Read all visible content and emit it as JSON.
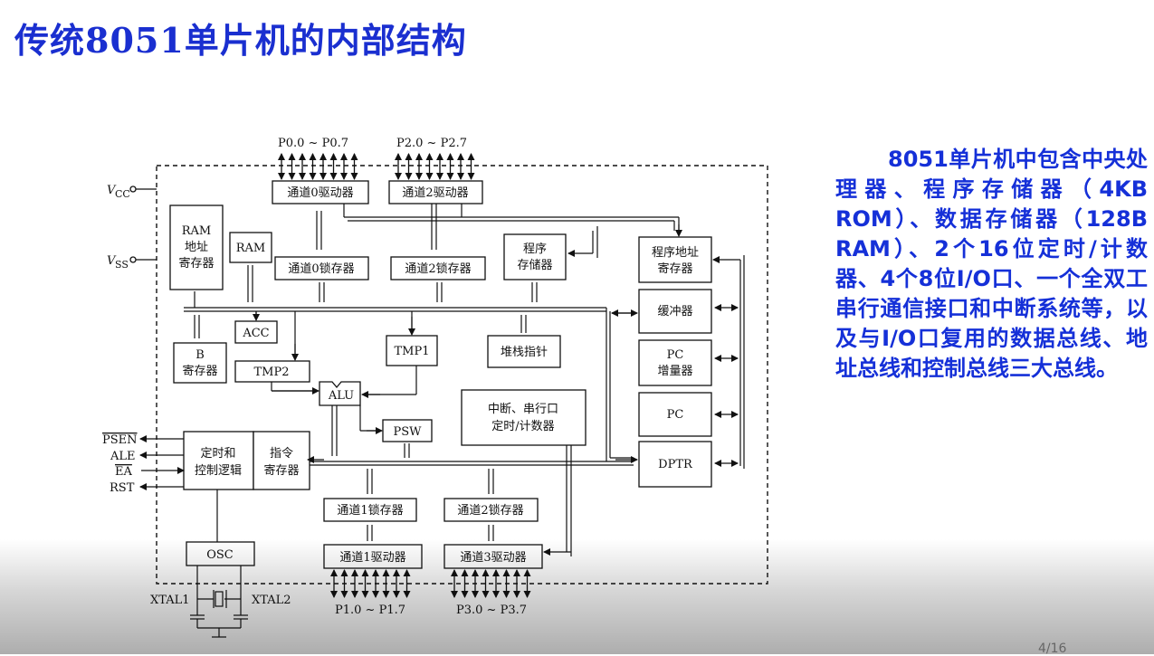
{
  "title": "传统8051单片机的内部结构",
  "description": "8051单片机中包含中央处理器、程序存储器（4KB ROM）、数据存储器（128B RAM）、2个16位定时/计数器、4个8位I/O口、一个全双工串行通信接口和中断系统等，以及与I/O口复用的数据总线、地址总线和控制总线三大总线。",
  "page_number": "4/16",
  "diagram": {
    "ports": {
      "p0": "P0.0 ~ P0.7",
      "p2": "P2.0 ~ P2.7",
      "p1": "P1.0 ~ P1.7",
      "p3": "P3.0 ~ P3.7"
    },
    "supply": {
      "vcc": "V",
      "vcc_sub": "CC",
      "vss": "V",
      "vss_sub": "SS"
    },
    "signals": {
      "psen": "PSEN",
      "ale": "ALE",
      "ea": "EA",
      "rst": "RST",
      "xtal1": "XTAL1",
      "xtal2": "XTAL2"
    },
    "blocks": {
      "p0_driver": "通道0驱动器",
      "p2_driver": "通道2驱动器",
      "p0_latch": "通道0锁存器",
      "p2_latch": "通道2锁存器",
      "ram_addr_line1": "RAM",
      "ram_addr_line2": "地址",
      "ram_addr_line3": "寄存器",
      "ram": "RAM",
      "prog_mem_line1": "程序",
      "prog_mem_line2": "存储器",
      "pc_addr_line1": "程序地址",
      "pc_addr_line2": "寄存器",
      "buffer": "缓冲器",
      "pc_inc_line1": "PC",
      "pc_inc_line2": "增量器",
      "pc": "PC",
      "dptr": "DPTR",
      "acc": "ACC",
      "b_line1": "B",
      "b_line2": "寄存器",
      "tmp2": "TMP2",
      "tmp1": "TMP1",
      "stack_pointer": "堆栈指针",
      "alu": "ALU",
      "psw": "PSW",
      "int_line1": "中断、串行口",
      "int_line2": "定时/计数器",
      "timing_line1": "定时和",
      "timing_line2": "控制逻辑",
      "ir_line1": "指令",
      "ir_line2": "寄存器",
      "p1_latch": "通道1锁存器",
      "p2b_latch": "通道2锁存器",
      "p1_driver": "通道1驱动器",
      "p3_driver": "通道3驱动器",
      "osc": "OSC"
    }
  }
}
